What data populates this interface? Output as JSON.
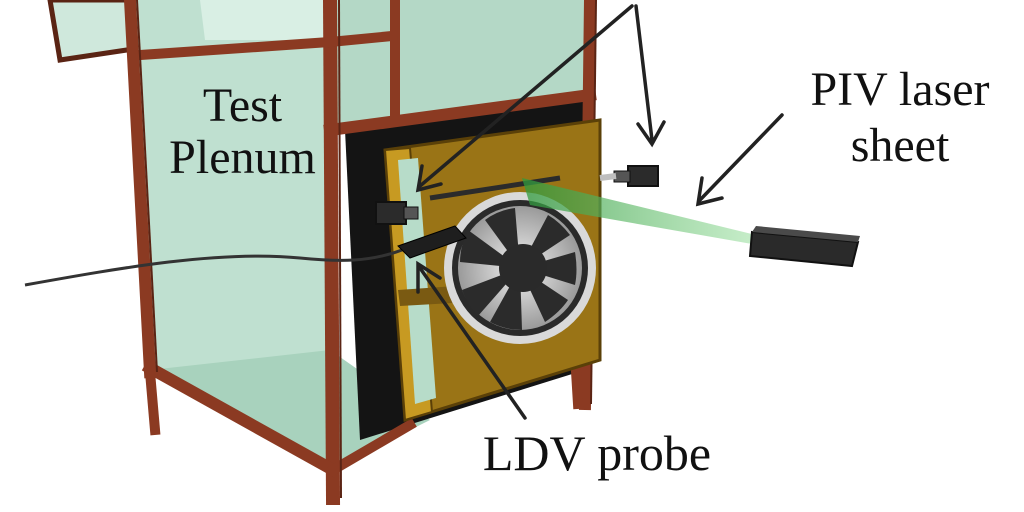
{
  "labels": {
    "test_plenum": [
      "Test",
      "Plenum"
    ],
    "piv_laser_sheet": [
      "PIV laser",
      "sheet"
    ],
    "ldv_probe": "LDV probe"
  },
  "colors": {
    "frame": "#8b3a22",
    "frame_dark": "#5a2414",
    "glass": "#b9dccb",
    "glass_light": "#d6ece1",
    "dark_panel": "#141414",
    "fan_box": "#b8861a",
    "fan_box_front": "#8e6a14",
    "laser_sheet": "#55c060",
    "ink": "#111111"
  }
}
